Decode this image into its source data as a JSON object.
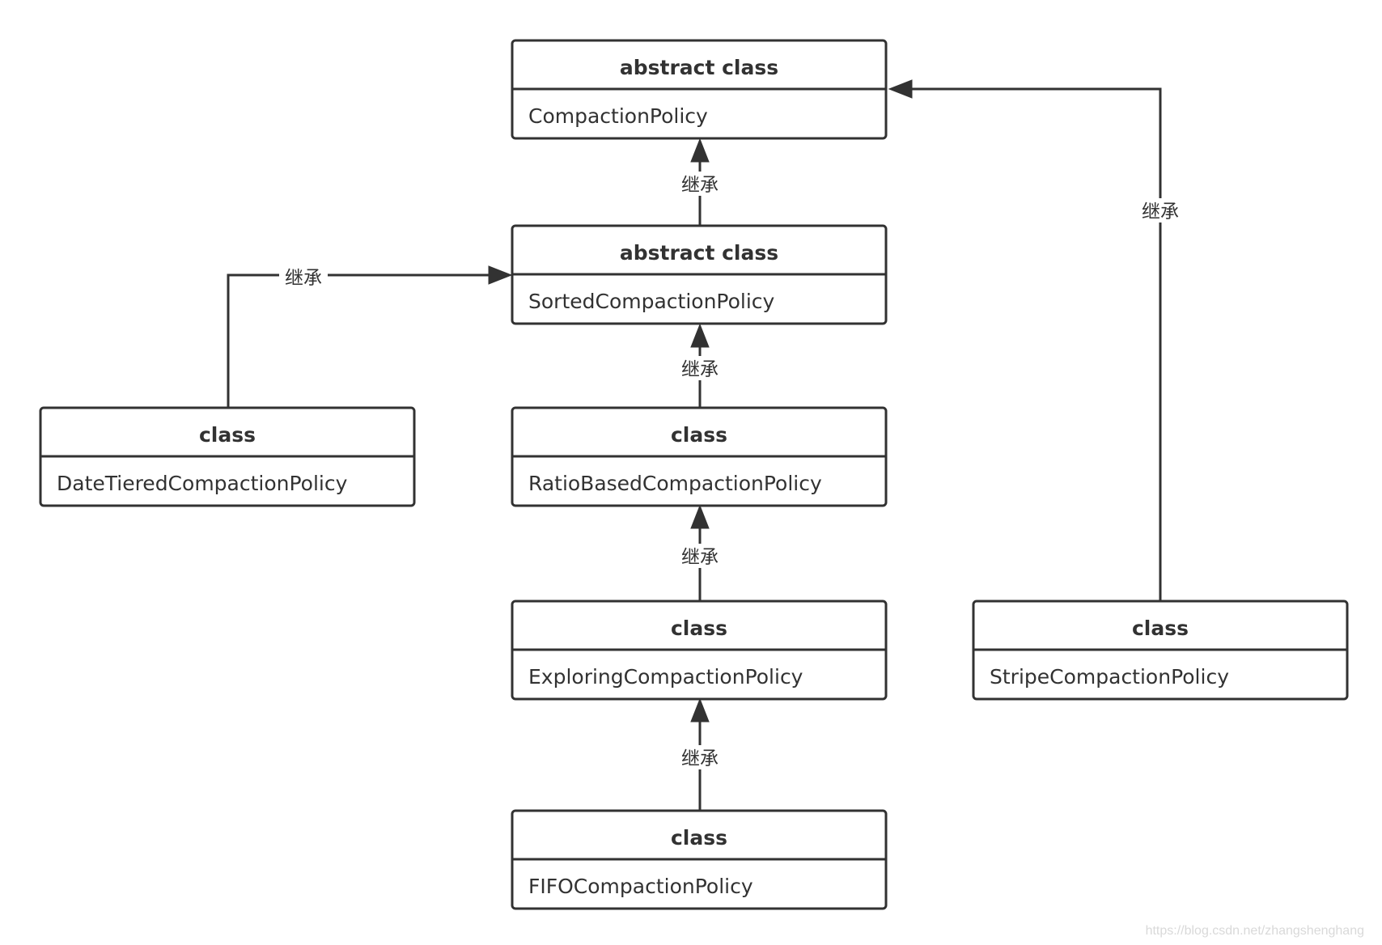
{
  "colors": {
    "stroke": "#323232",
    "fill": "#ffffff",
    "text": "#323232",
    "watermark": "#d9d9d9"
  },
  "classes": {
    "compaction_policy": {
      "header": "abstract class",
      "name": "CompactionPolicy"
    },
    "sorted_compaction_policy": {
      "header": "abstract class",
      "name": "SortedCompactionPolicy"
    },
    "date_tiered_compaction_policy": {
      "header": "class",
      "name": "DateTieredCompactionPolicy"
    },
    "ratio_based_compaction_policy": {
      "header": "class",
      "name": "RatioBasedCompactionPolicy"
    },
    "exploring_compaction_policy": {
      "header": "class",
      "name": "ExploringCompactionPolicy"
    },
    "fifo_compaction_policy": {
      "header": "class",
      "name": "FIFOCompactionPolicy"
    },
    "stripe_compaction_policy": {
      "header": "class",
      "name": "StripeCompactionPolicy"
    }
  },
  "edges": {
    "sorted_to_compaction": {
      "label": "继承",
      "from": "sorted_compaction_policy",
      "to": "compaction_policy"
    },
    "ratio_to_sorted": {
      "label": "继承",
      "from": "ratio_based_compaction_policy",
      "to": "sorted_compaction_policy"
    },
    "exploring_to_ratio": {
      "label": "继承",
      "from": "exploring_compaction_policy",
      "to": "ratio_based_compaction_policy"
    },
    "fifo_to_exploring": {
      "label": "继承",
      "from": "fifo_compaction_policy",
      "to": "exploring_compaction_policy"
    },
    "datetiered_to_sorted": {
      "label": "继承",
      "from": "date_tiered_compaction_policy",
      "to": "sorted_compaction_policy"
    },
    "stripe_to_compaction": {
      "label": "继承",
      "from": "stripe_compaction_policy",
      "to": "compaction_policy"
    }
  },
  "watermark": "https://blog.csdn.net/zhangshenghang"
}
